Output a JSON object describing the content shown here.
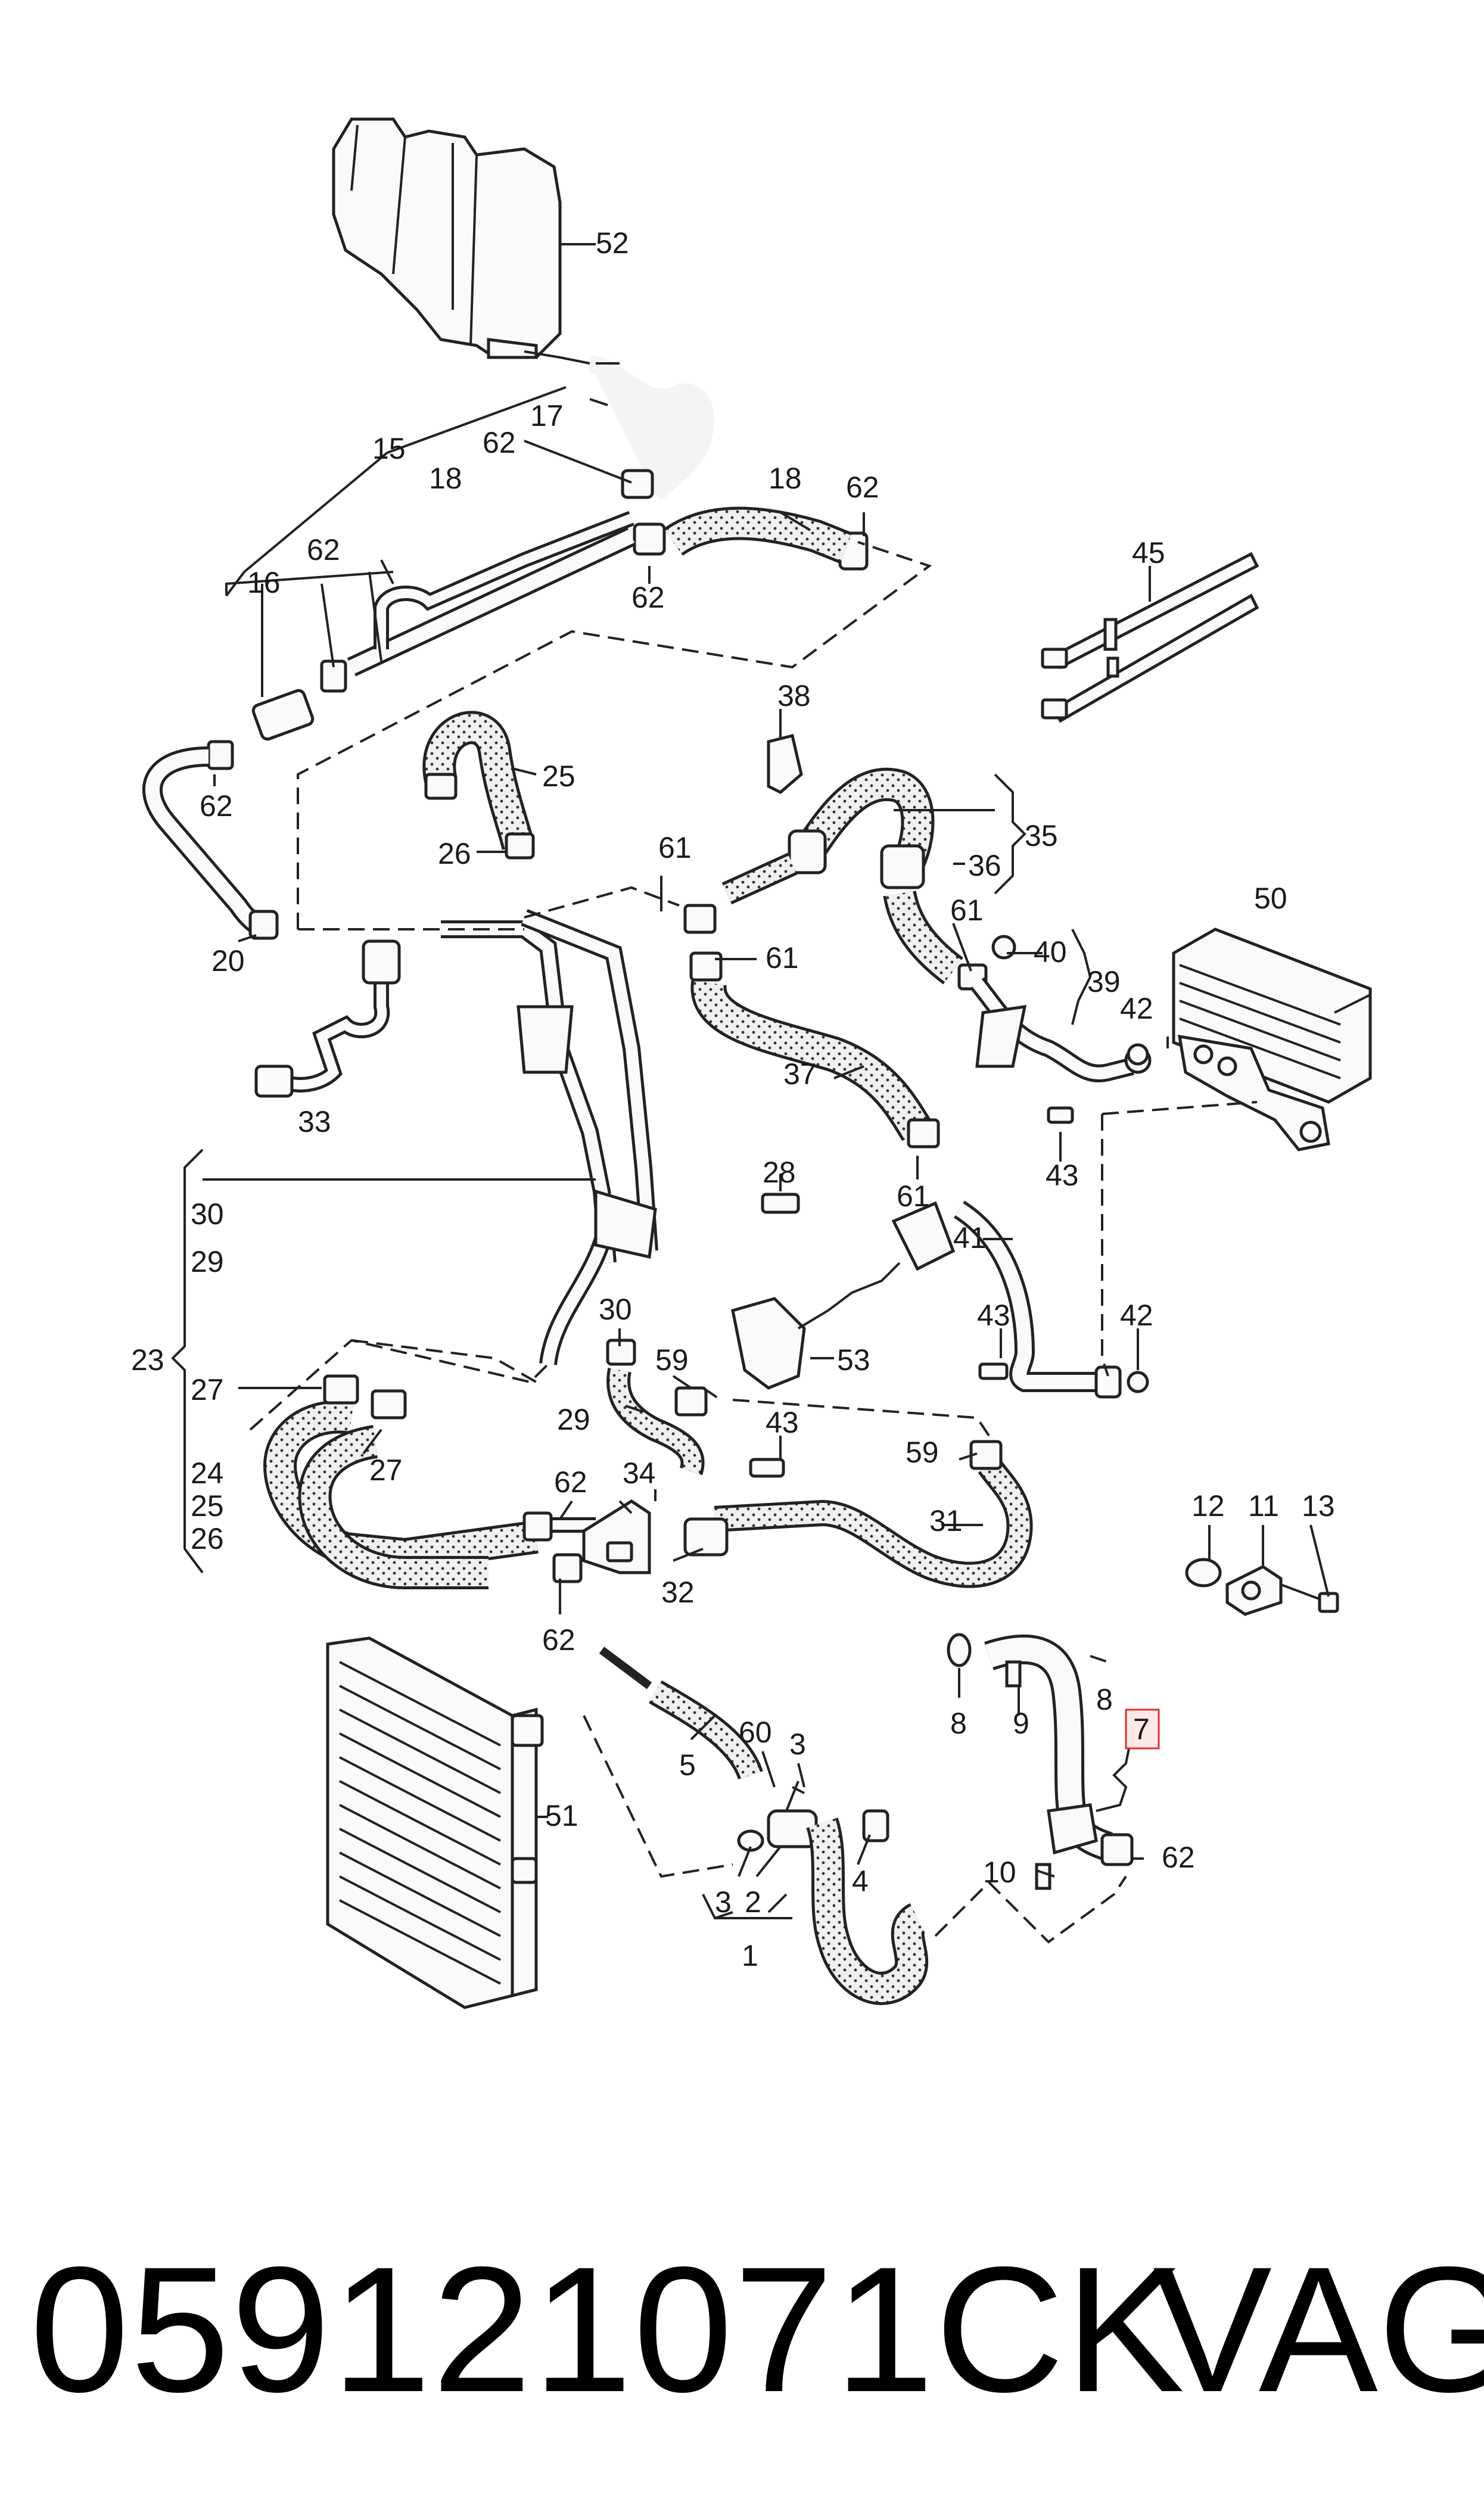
{
  "diagram": {
    "callouts": {
      "c52": "52",
      "c17": "17",
      "c15": "15",
      "c18a": "18",
      "c62a": "62",
      "c18b": "18",
      "c62b": "62",
      "c62c": "62",
      "c16": "16",
      "c62d": "62",
      "c62e": "62",
      "c20": "20",
      "c45": "45",
      "c38": "38",
      "c25": "25",
      "c26": "26",
      "c35": "35",
      "c36": "36",
      "c61a": "61",
      "c61b": "61",
      "c61c": "61",
      "c40": "40",
      "c39": "39",
      "c50": "50",
      "c42a": "42",
      "c43a": "43",
      "c37": "37",
      "c33": "33",
      "c28": "28",
      "c61d": "61",
      "c41": "41",
      "c30a": "30",
      "c29a": "29",
      "c23": "23",
      "c27a": "27",
      "c24": "24",
      "c25b": "25",
      "c26b": "26",
      "c27b": "27",
      "c30b": "30",
      "c59a": "59",
      "c53": "53",
      "c43b": "43",
      "c42b": "42",
      "c29b": "29",
      "c43c": "43",
      "c59b": "59",
      "c62f": "62",
      "c34": "34",
      "c31": "31",
      "c32": "32",
      "c62g": "62",
      "c12": "12",
      "c11": "11",
      "c13": "13",
      "c51": "51",
      "c60": "60",
      "c3a": "3",
      "c5": "5",
      "c4": "4",
      "c3b": "3",
      "c2": "2",
      "c1": "1",
      "c8a": "8",
      "c9": "9",
      "c8b": "8",
      "c7": "7",
      "c10": "10",
      "c62h": "62"
    },
    "highlight_color": "#e03030",
    "highlighted_callout": "7"
  },
  "caption": {
    "part_number": "059121071CK",
    "brand": "VAG"
  },
  "icons": {
    "expansion_tank": "coolant-reservoir-icon",
    "radiator": "radiator-icon",
    "oil_cooler": "oil-cooler-icon",
    "pump": "auxiliary-pump-icon",
    "clip": "hose-clamp-icon",
    "bolt": "bolt-icon",
    "cable_tie": "cable-tie-icon"
  }
}
